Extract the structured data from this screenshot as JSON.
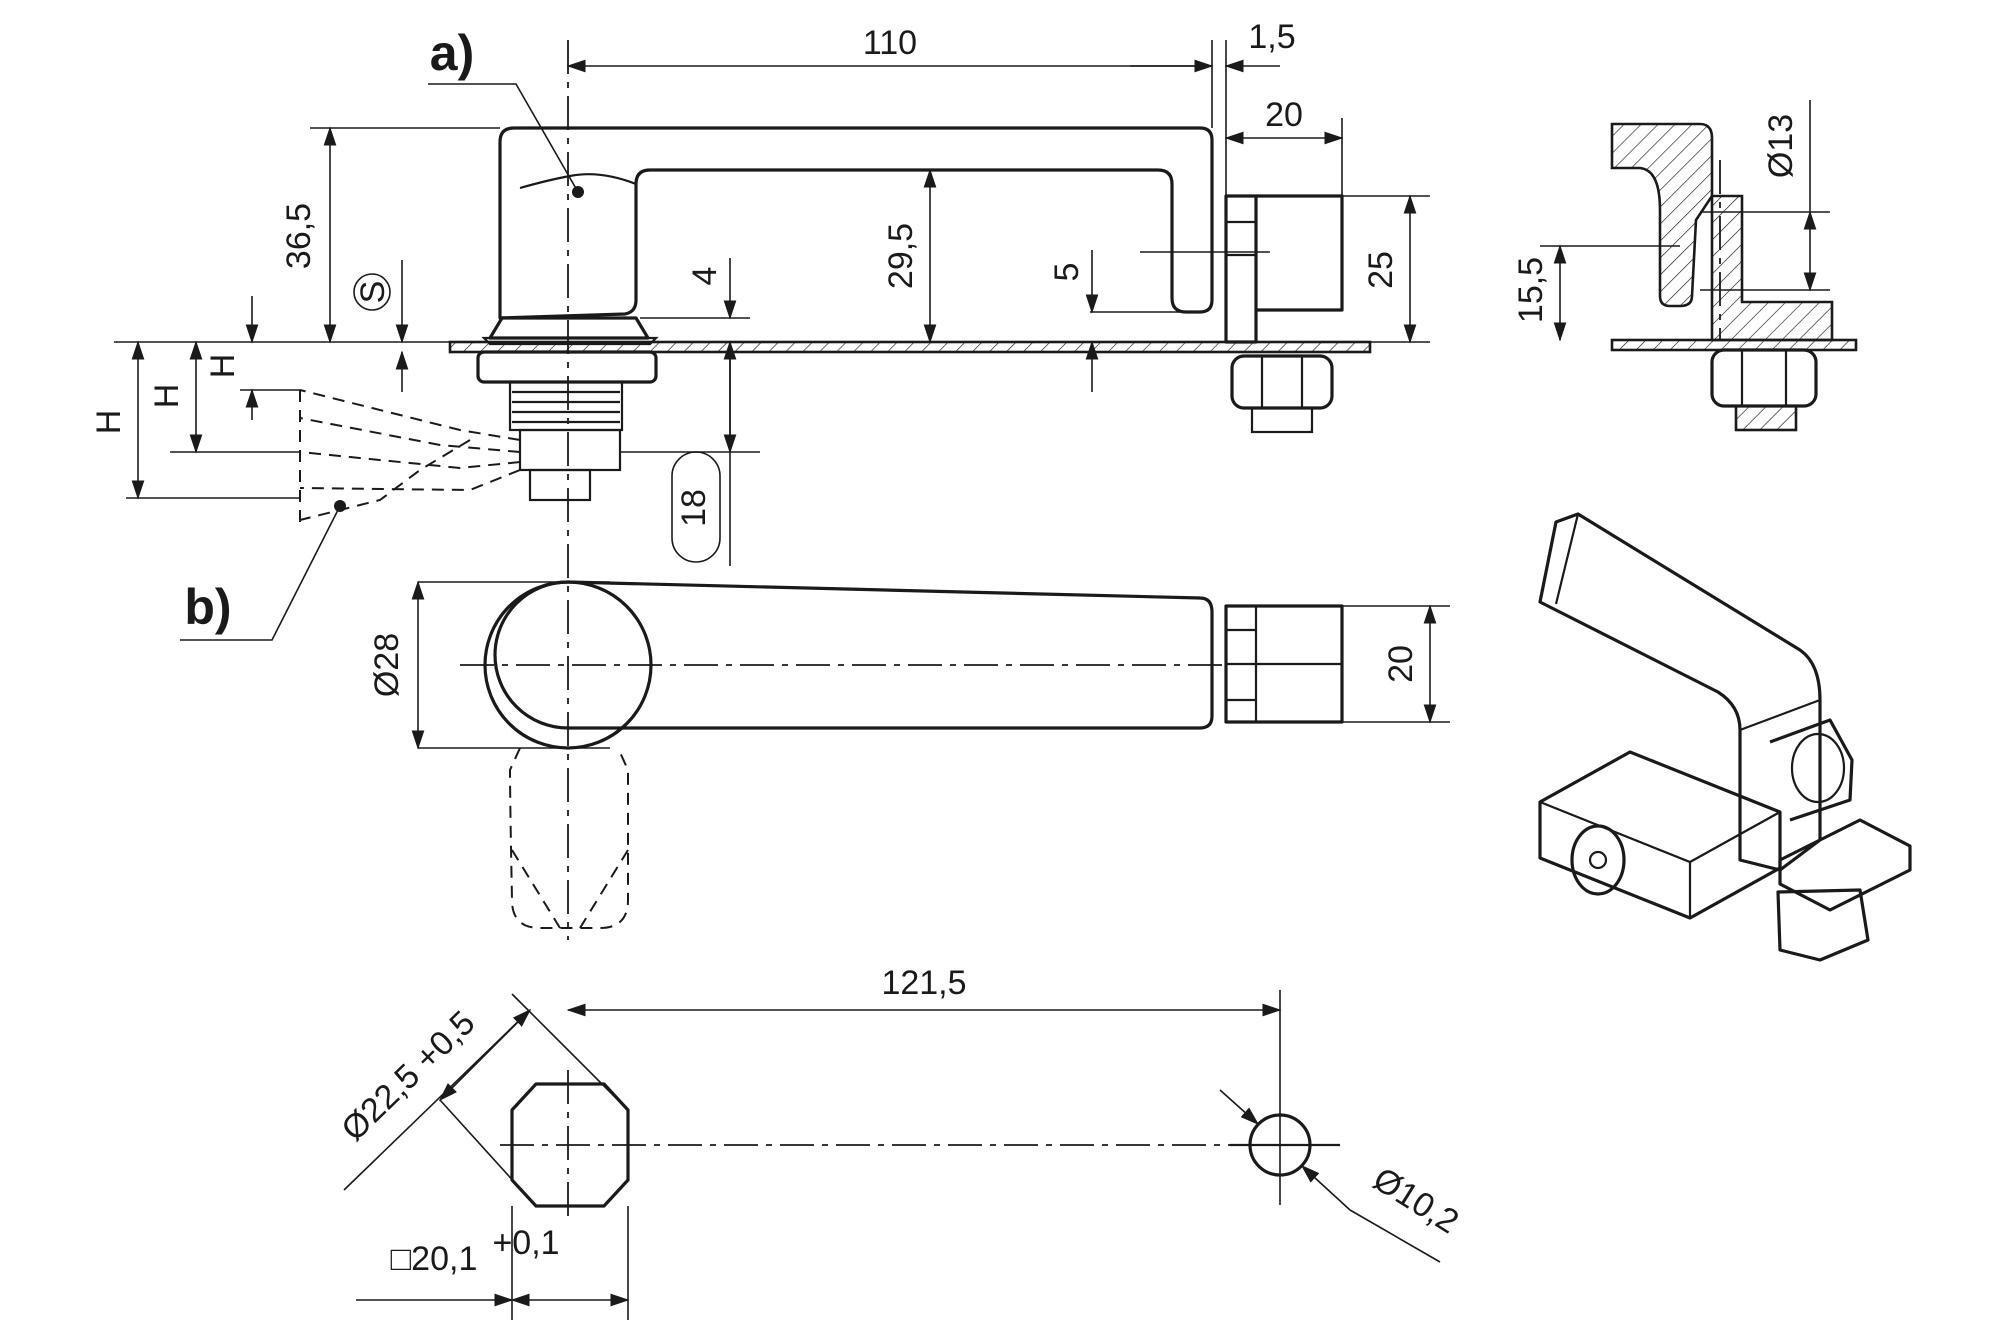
{
  "colors": {
    "line": "#1a1a1a",
    "background": "#ffffff"
  },
  "labels": {
    "a": "a)",
    "b": "b)"
  },
  "dimensions": {
    "handle_length": "110",
    "offset_1_5": "1,5",
    "width_20_top": "20",
    "height_36_5": "36,5",
    "height_29_5": "29,5",
    "gap_4": "4",
    "gap_5": "5",
    "height_25": "25",
    "s_symbol": "S",
    "h_small": "H",
    "h_mid": "H",
    "h_large": "H",
    "depth_18": "18",
    "dia_28": "Ø28",
    "width_20_plan": "20",
    "dia_13": "Ø13",
    "height_15_5": "15,5",
    "spacing_121_5": "121,5",
    "cutout_dia": "Ø22,5 +0,5",
    "square_cutout": "□20,1",
    "square_tol": "+0,1",
    "hole_dia": "Ø10,2"
  }
}
